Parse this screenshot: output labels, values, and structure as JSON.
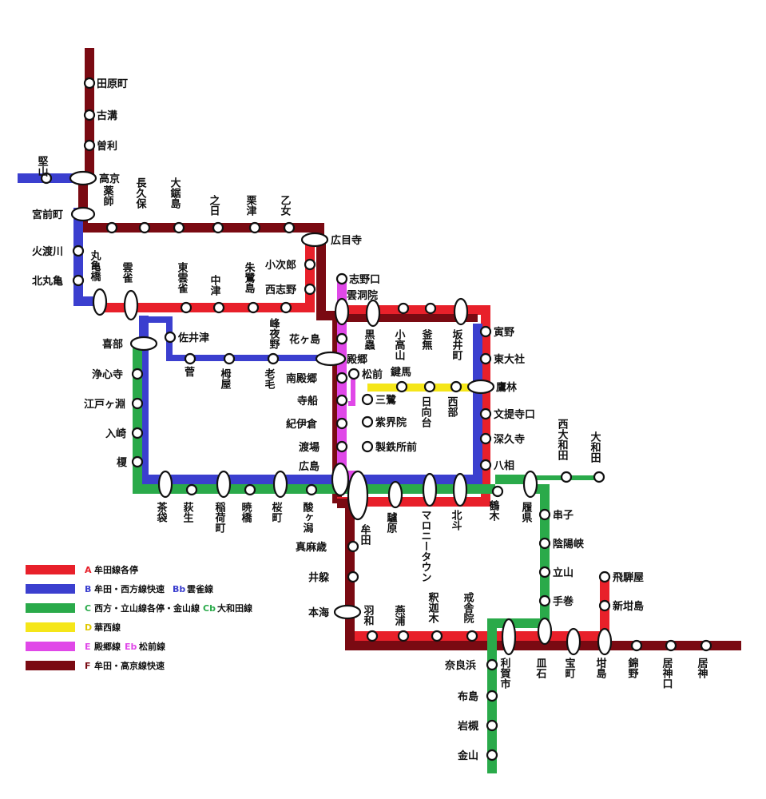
{
  "colors": {
    "line_A": "#e8202a",
    "line_B": "#3b3fcf",
    "line_C": "#2aaa4a",
    "line_D": "#f5e619",
    "line_E": "#e048e8",
    "line_F": "#7a0a12",
    "station_fill": "#ffffff",
    "station_stroke": "#111111"
  },
  "legend": [
    {
      "code": "A",
      "name": "牟田線各停",
      "color": "#e8202a"
    },
    {
      "code": "B",
      "name": "牟田・西方線快速",
      "code2": "Bb",
      "name2": "雲雀線",
      "color": "#3b3fcf"
    },
    {
      "code": "C",
      "name": "西方・立山線各停・金山線",
      "code2": "Cb",
      "name2": "大和田線",
      "color": "#2aaa4a"
    },
    {
      "code": "D",
      "name": "華西線",
      "color": "#f5e619"
    },
    {
      "code": "E",
      "name": "殿郷線",
      "code2": "Eb",
      "name2": "松前線",
      "color": "#e048e8"
    },
    {
      "code": "F",
      "name": "牟田・高京線快速",
      "color": "#7a0a12"
    }
  ],
  "stations": [
    "田原町",
    "古溝",
    "曽利",
    "堅山",
    "高京",
    "宮前町",
    "薬師",
    "長久保",
    "大鋸島",
    "之日",
    "栗津",
    "乙女",
    "広目寺",
    "火渡川",
    "北丸亀",
    "小次郎",
    "西志野",
    "丸亀橋",
    "雲雀",
    "東雲雀",
    "中津",
    "朱鷺島",
    "志野口",
    "雲洞院",
    "喜部",
    "佐井津",
    "峰夜野",
    "花ヶ島",
    "黒蟲",
    "小高山",
    "釜無",
    "坂井町",
    "寅野",
    "東大社",
    "浄心寺",
    "菅",
    "栂屋",
    "老毛",
    "殿郷",
    "松前",
    "鍵馬",
    "南殿郷",
    "鷹林",
    "江戸ヶ淵",
    "三鷺",
    "日向台",
    "西部",
    "寺船",
    "文提寺口",
    "紀伊倉",
    "紫界院",
    "入崎",
    "深久寺",
    "渡場",
    "製鉄所前",
    "榎",
    "八相",
    "広島",
    "西大和田",
    "大和田",
    "茶袋",
    "荻生",
    "稲荷町",
    "暁橋",
    "桜町",
    "酸ヶ潟",
    "牟田",
    "驢原",
    "マロニータウン",
    "北斗",
    "鶴木",
    "履県",
    "串子",
    "真麻歳",
    "陰陽峡",
    "井躱",
    "立山",
    "飛騨屋",
    "手巻",
    "本海",
    "羽和",
    "燕浦",
    "釈迦木",
    "戒舎院",
    "新坩島",
    "奈良浜",
    "利賀市",
    "皿石",
    "宝町",
    "坩島",
    "錦野",
    "居神口",
    "居神",
    "布島",
    "岩槻",
    "金山"
  ]
}
